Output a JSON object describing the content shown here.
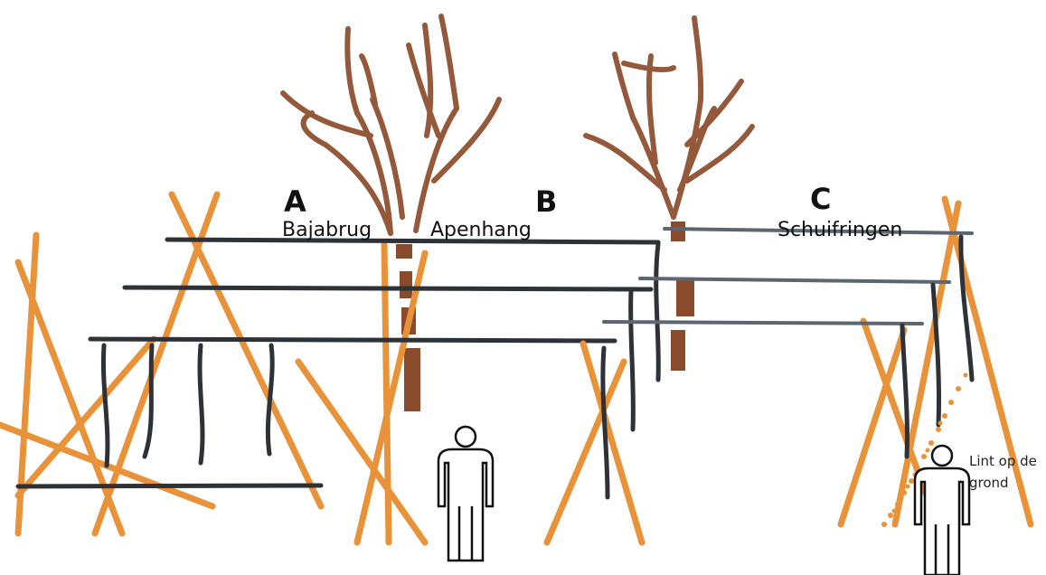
{
  "stations": [
    {
      "letter": "A",
      "name": "Bajabrug"
    },
    {
      "letter": "B",
      "name": "Apenhang"
    },
    {
      "letter": "C",
      "name": "Schuifringen"
    }
  ],
  "note": {
    "line1": "Lint op de",
    "line2": "grond"
  },
  "colors": {
    "pole": "#e8923a",
    "rope": "#2e3136",
    "tree": "#93593a",
    "ribbon": "#e8923a"
  }
}
